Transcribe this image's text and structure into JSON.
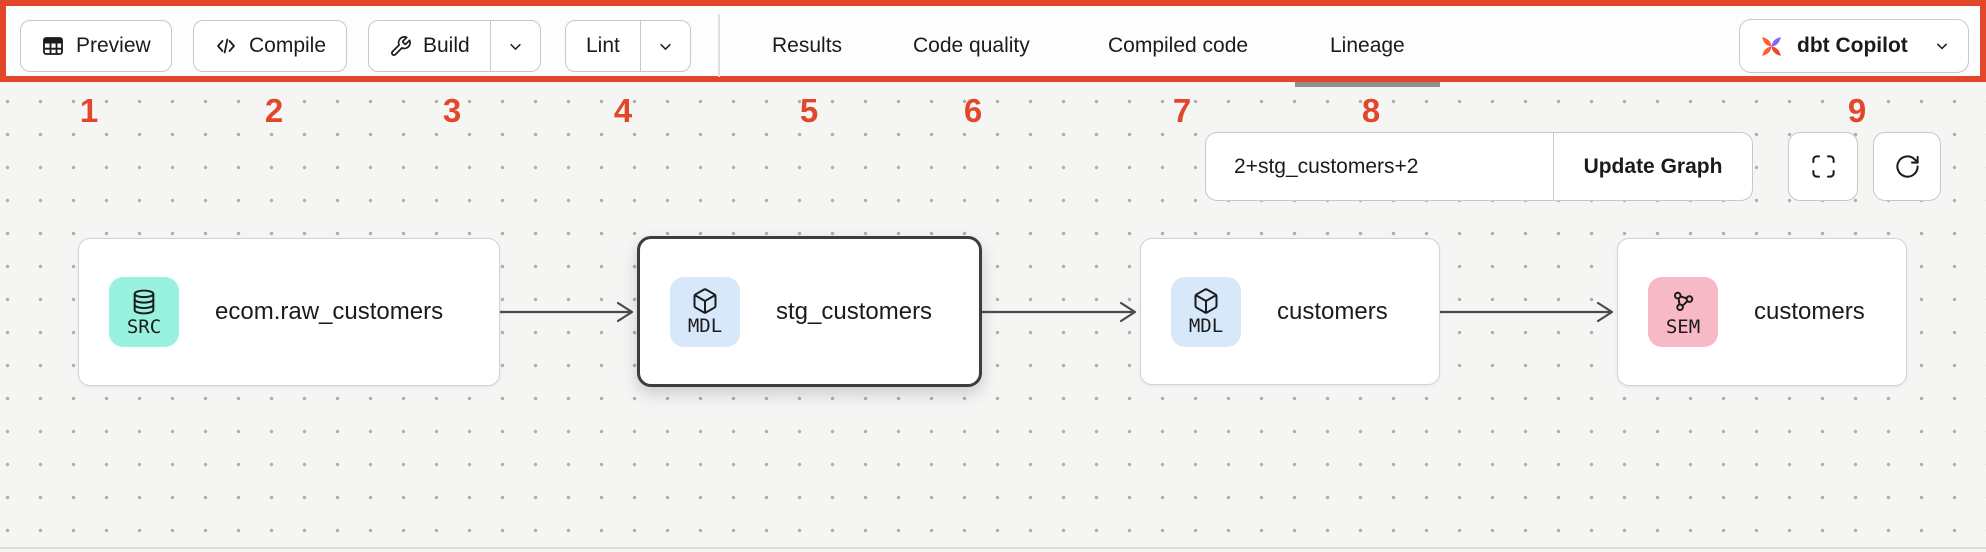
{
  "toolbar": {
    "preview": "Preview",
    "compile": "Compile",
    "build": "Build",
    "lint": "Lint",
    "tabs": [
      {
        "label": "Results"
      },
      {
        "label": "Code quality"
      },
      {
        "label": "Compiled code"
      },
      {
        "label": "Lineage",
        "active": true
      }
    ],
    "copilot": "dbt Copilot"
  },
  "annotations": {
    "numbers": [
      "1",
      "2",
      "3",
      "4",
      "5",
      "6",
      "7",
      "8",
      "9"
    ]
  },
  "lineage": {
    "selector": {
      "value": "2+stg_customers+2",
      "button": "Update Graph"
    },
    "nodes": [
      {
        "label": "ecom.raw_customers",
        "badge": "SRC",
        "type": "source"
      },
      {
        "label": "stg_customers",
        "badge": "MDL",
        "type": "model",
        "selected": true
      },
      {
        "label": "customers",
        "badge": "MDL",
        "type": "model"
      },
      {
        "label": "customers",
        "badge": "SEM",
        "type": "semantic_model"
      }
    ]
  },
  "colors": {
    "accent": "#E2472B",
    "toolbar_bg": "#FDFDFD",
    "canvas_bg": "#F5F5F4",
    "dot": "#AFAFAD",
    "border": "#C8C8C6",
    "text": "#1B1B1B",
    "node_border": "#D4D4D2",
    "node_selected": "#3D3D3D",
    "arrow": "#4A4A4A",
    "badge_src": "#99F2E0",
    "badge_mdl": "#D8E8FB",
    "badge_sem": "#F7B9C6",
    "tab_indicator": "#8F8F8F"
  }
}
